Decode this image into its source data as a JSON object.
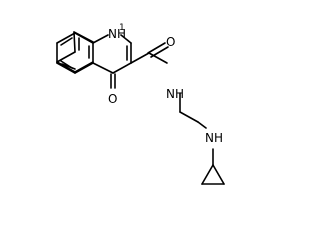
{
  "molecule": {
    "atoms": {
      "quinoline_nh": "NH",
      "quinoline_nh_h": "1",
      "ketone_o": "O",
      "amide_o": "O",
      "amide_nh": "NH",
      "amine_nh": "NH"
    },
    "bond_color": "#000000",
    "background": "#ffffff"
  }
}
